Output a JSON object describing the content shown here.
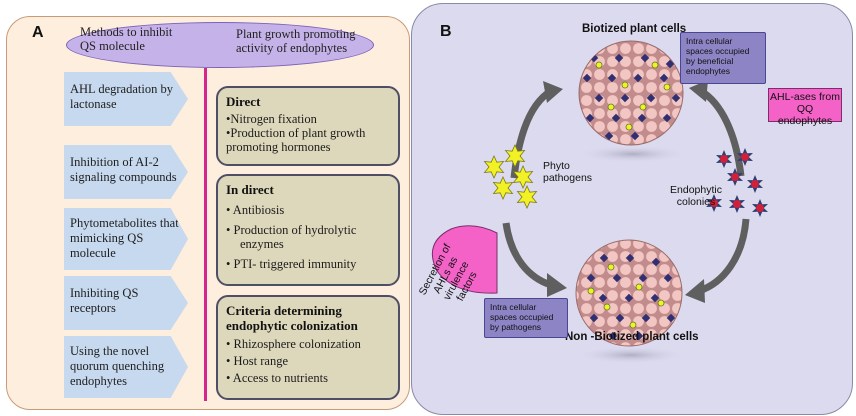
{
  "panel_a": {
    "letter": "A",
    "header_left": "Methods to inhibit QS molecule",
    "header_right": "Plant growth promoting activity of endophytes",
    "methods": [
      "AHL degradation by lactonase",
      "Inhibition of AI-2 signaling compounds",
      "Phytometabolites that mimicking  QS molecule",
      "Inhibiting QS receptors",
      "Using the novel quorum quenching endophytes"
    ],
    "direct": {
      "title": "Direct",
      "items": [
        "•Nitrogen fixation",
        "•Production of plant growth promoting hormones"
      ]
    },
    "indirect": {
      "title": "In direct",
      "items": [
        "•  Antibiosis",
        "•  Production of hydrolytic enzymes",
        "•  PTI- triggered immunity"
      ]
    },
    "criteria": {
      "title": "Criteria determining endophytic colonization",
      "items": [
        "• Rhizosphere colonization",
        "•  Host range",
        "•  Access to nutrients"
      ]
    }
  },
  "panel_b": {
    "letter": "B",
    "biotized_label": "Biotized plant cells",
    "non_biotized_label": "Non -Biotized plant cells",
    "scroll_top": "Intra cellular spaces occupied by beneficial endophytes",
    "scroll_bottom": "Intra cellular spaces occupied by pathogens",
    "ahl_ases": "AHL-ases from QQ endophytes",
    "phyto": "Phyto pathogens",
    "endophytic": "Endophytic colonies",
    "secretion": "Secretion of AHLs as virulence factors"
  },
  "colors": {
    "magenta": "#d6268d",
    "arrow_blue": "#c7d9ef",
    "tan_box": "#ddd8bb",
    "lavender_panel": "#dcdaee",
    "pink_callout": "#f462c8",
    "scroll_purple": "#8d84c6",
    "pathogen_yellow": "#f1f126",
    "endophyte_red": "#d0213b"
  }
}
